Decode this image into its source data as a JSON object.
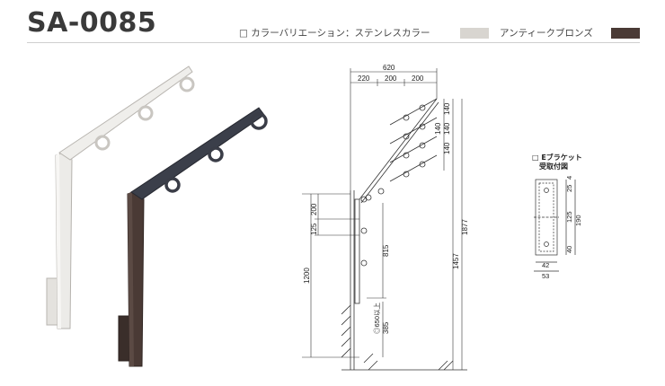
{
  "title": "SA-0085",
  "header": {
    "color_variation": "□ カラーバリエーション：ステンレスカラー",
    "antique_bronze": "アンティークブロンズ"
  },
  "colors": {
    "stainless": "#d8d5d0",
    "bronze": "#4a3a35"
  },
  "bracket_label": {
    "line1": "□ Eブラケット",
    "line2": "受取付図"
  },
  "dimensions": {
    "top_total": "620",
    "top_a": "220",
    "top_b": "200",
    "top_c": "200",
    "right_140_a": "140",
    "right_140_b": "140",
    "right_140_c": "140",
    "right_140_d": "140",
    "right_1877": "1877",
    "right_1457": "1457",
    "left_200": "200",
    "left_125": "125",
    "left_1200": "1200",
    "mid_815": "815",
    "mid_385": "385",
    "mid_650": "◎650以上",
    "br_4": "4",
    "br_25": "25",
    "br_125": "125",
    "br_190": "190",
    "br_40": "40",
    "br_42": "42",
    "br_53": "53"
  }
}
